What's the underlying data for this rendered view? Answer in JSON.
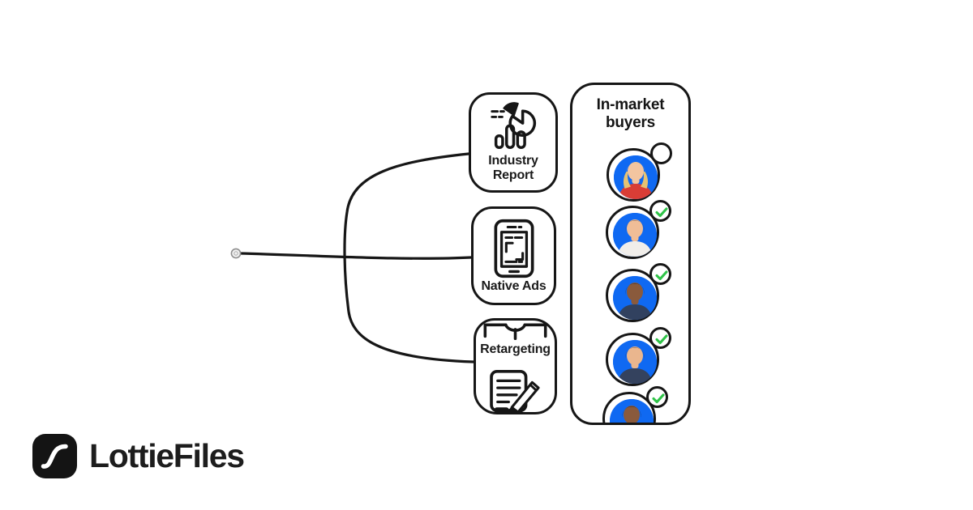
{
  "colors": {
    "outline": "#161616",
    "shadow_blue": "#8db3f5",
    "avatar_blue": "#0f69f2",
    "check_green": "#2fc348",
    "dot_gray": "#8f8f8f"
  },
  "nodes": {
    "industry": {
      "label": "Industry Report",
      "icon": "bar-pie-chart-icon"
    },
    "native": {
      "label": "Native Ads",
      "icon": "smartphone-ad-icon"
    },
    "retargeting": {
      "label": "Retargeting",
      "icon": "document-pencil-icon"
    }
  },
  "panel": {
    "title": "In-market buyers",
    "buyers": [
      {
        "label": "buyer-1",
        "checked": false,
        "skin": "#f3c5a0",
        "hair": "#e6c273",
        "top": "#d93d36",
        "hairstyle": "long"
      },
      {
        "label": "buyer-2",
        "checked": true,
        "skin": "#f0bd97",
        "hair": "#503528",
        "top": "#f1eeea",
        "hairstyle": "short"
      },
      {
        "label": "buyer-3",
        "checked": true,
        "skin": "#8a5a3c",
        "hair": "#221a15",
        "top": "#31415f",
        "hairstyle": "short"
      },
      {
        "label": "buyer-4",
        "checked": true,
        "skin": "#eab68e",
        "hair": "#2e231b",
        "top": "#34425e",
        "hairstyle": "short"
      },
      {
        "label": "buyer-5",
        "checked": true,
        "skin": "#8a5a3c",
        "hair": "#201813",
        "top": "#31415f",
        "hairstyle": "short"
      }
    ]
  },
  "logo": {
    "text": "LottieFiles"
  }
}
